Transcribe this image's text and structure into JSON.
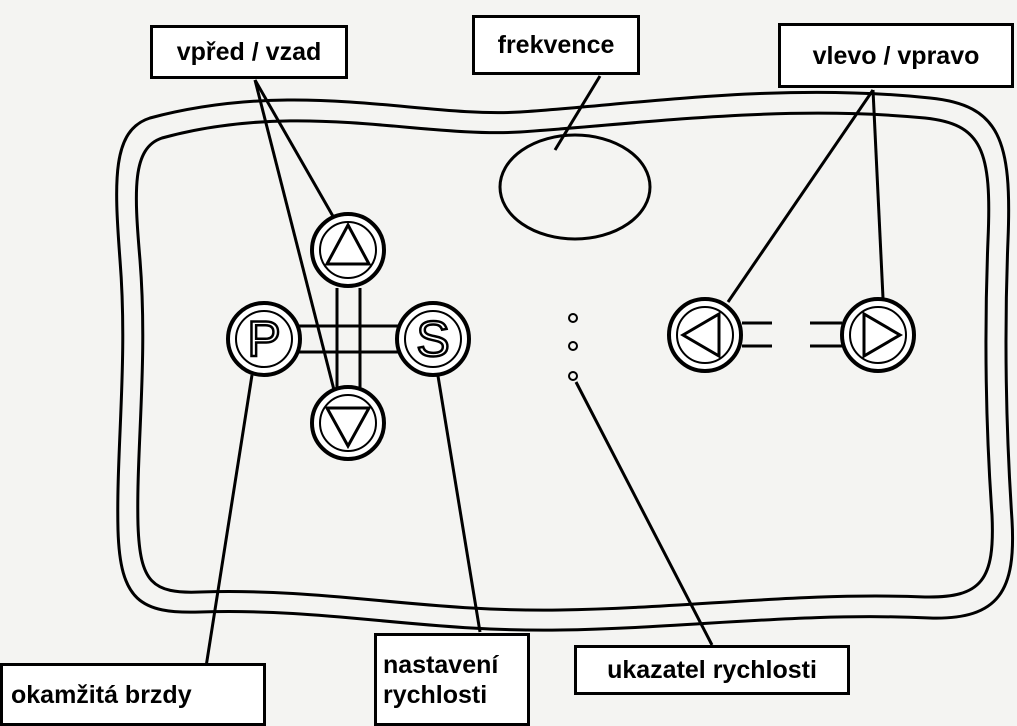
{
  "labels": {
    "forward_backward": "vpřed / vzad",
    "frequency": "frekvence",
    "left_right": "vlevo / vpravo",
    "speed_setting_line1": "nastavení",
    "speed_setting_line2": "rychlosti",
    "speed_indicator": "ukazatel rychlosti",
    "instant_brake": "okamžitá brzdy"
  },
  "buttons": {
    "p_label": "P",
    "s_label": "S"
  },
  "icons": {
    "up": "triangle-up-icon",
    "down": "triangle-down-icon",
    "left": "triangle-left-icon",
    "right": "triangle-right-icon"
  },
  "colors": {
    "ink": "#000000",
    "paper": "#f4f4f2",
    "label_bg": "#ffffff"
  }
}
